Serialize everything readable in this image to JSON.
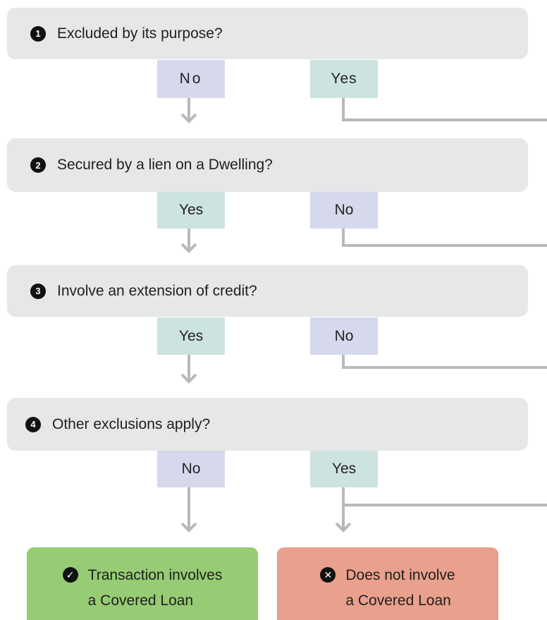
{
  "questions": [
    {
      "num": "1",
      "text": "Excluded by its purpose?",
      "left_answer": "No",
      "right_answer": "Yes"
    },
    {
      "num": "2",
      "text": "Secured by a lien on a Dwelling?",
      "left_answer": "Yes",
      "right_answer": "No"
    },
    {
      "num": "3",
      "text": "Involve an extension of credit?",
      "left_answer": "Yes",
      "right_answer": "No"
    },
    {
      "num": "4",
      "text": "Other exclusions apply?",
      "left_answer": "No",
      "right_answer": "Yes"
    }
  ],
  "results": {
    "covered": {
      "line1": "Transaction involves",
      "line2": "a Covered Loan",
      "icon": "check-circle-icon",
      "color": "#96cc74"
    },
    "not_covered": {
      "line1": "Does not involve",
      "line2": "a Covered Loan",
      "icon": "x-circle-icon",
      "color": "#e9a08c"
    }
  },
  "colors": {
    "question_bg": "#e6e7e8",
    "yes_bg": "#cde3df",
    "no_bg": "#d6d9ec",
    "connector": "#b9b9b9"
  }
}
